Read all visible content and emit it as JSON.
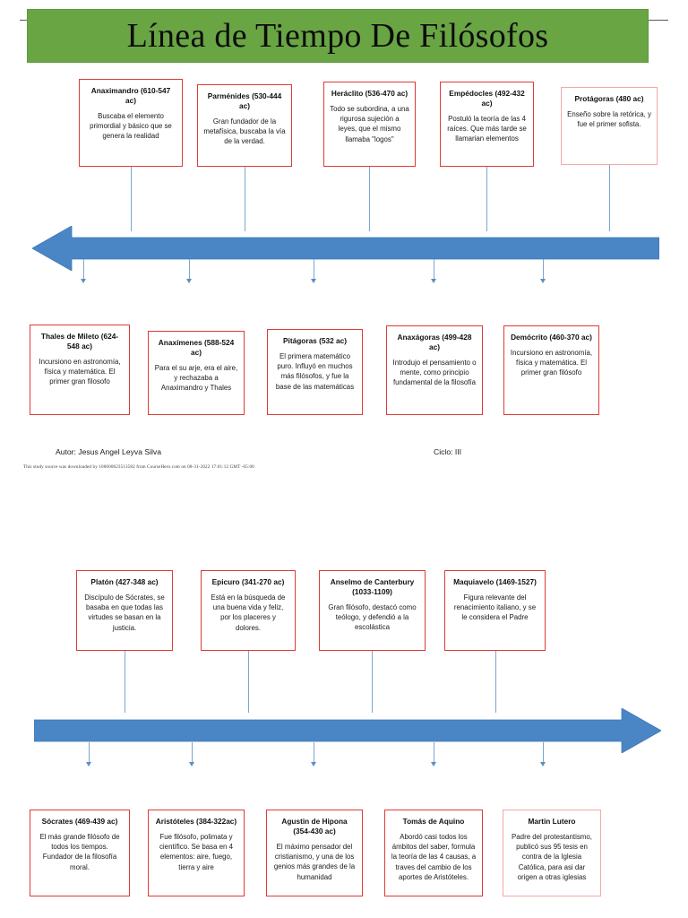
{
  "header": {
    "title": "Línea de Tiempo De Filósofos",
    "banner_color": "#6aa544"
  },
  "theme": {
    "box_border": "#e03a36",
    "box_border_faded": "#f2a9a6",
    "arrow_fill": "#4a86c5",
    "connector": "#7ba7d0"
  },
  "timeline_top": {
    "direction": "left",
    "above_boxes": [
      {
        "title": "Anaximandro (610-547 ac)",
        "body": "Buscaba el elemento primordial y básico que se genera la realidad"
      },
      {
        "title": "Parménides (530-444 ac)",
        "body": "Gran fundador de la metafísica, buscaba la vía de la verdad."
      },
      {
        "title": "Heráclito (536-470 ac)",
        "body": "Todo se subordina, a una rigurosa sujeción a leyes, que el mismo llamaba \"logos\""
      },
      {
        "title": "Empédocles (492-432 ac)",
        "body": "Postuló la teoría de las 4 raíces. Que más tarde se llamarian elementos"
      },
      {
        "title": "Protágoras (480 ac)",
        "body": "Enseño sobre la retórica, y fue el primer sofista."
      }
    ],
    "below_boxes": [
      {
        "title": "Thales de Mileto (624-548 ac)",
        "body": "Incursiono en astronomía, física y matemática. El primer gran filosofo"
      },
      {
        "title": "Anaxímenes (588-524 ac)",
        "body": "Para el su arje, era el aire, y rechazaba a Anaximandro y Thales"
      },
      {
        "title": "Pitágoras (532 ac)",
        "body": "El primera matemático puro. Influyó en muchos más filósofos, y fue la base de las matemáticas"
      },
      {
        "title": "Anaxágoras (499-428 ac)",
        "body": "Introdujo el pensamiento o mente, como principio fundamental de la filosofía"
      },
      {
        "title": "Demócrito (460-370 ac)",
        "body": "Incursiono en astronomía, física y matemática. El primer gran filósofo"
      }
    ]
  },
  "timeline_bottom": {
    "direction": "right",
    "above_boxes": [
      {
        "title": "Platón (427-348 ac)",
        "body": "Discípulo de Sócrates, se basaba en que todas las virtudes se basan en la justicia."
      },
      {
        "title": "Epicuro (341-270 ac)",
        "body": "Está en la búsqueda de una buena vida y feliz, por los placeres y dolores."
      },
      {
        "title": "Anselmo de Canterbury (1033-1109)",
        "body": "Gran filósofo, destacó como teólogo, y defendió a la escolástica"
      },
      {
        "title": "Maquiavelo (1469-1527)",
        "body": "Figura relevante del renacimiento italiano, y se le considera el Padre"
      }
    ],
    "below_boxes": [
      {
        "title": "Sócrates (469-439 ac)",
        "body": "El más grande filósofo de todos los tiempos. Fundador de la filosofía moral."
      },
      {
        "title": "Aristóteles (384-322ac)",
        "body": "Fue filósofo, polimata y científico. Se basa en 4 elementos: aire, fuego, tierra y aire"
      },
      {
        "title": "Agustin de Hipona (354-430 ac)",
        "body": "El máximo pensador del cristianismo, y una de los genios más grandes de la humanidad"
      },
      {
        "title": "Tomás de Aquino",
        "body": "Abordó casi todos los ámbitos del saber, formula la teoría de las 4 causas, a traves del cambio de los aportes de Aristóteles."
      },
      {
        "title": "Martin Lutero",
        "body": "Padre del protestantismo, publicó sus 95 tesis en contra de la Iglesia Católica, para asi dar origen a otras iglesias"
      }
    ]
  },
  "footer": {
    "author": "Autor: Jesus Angel Leyva Silva",
    "cycle": "Ciclo: III",
    "watermark": "This study source was downloaded by 100000623513582 from CourseHero.com on 08-31-2022 17:01:12 GMT -05:00"
  }
}
